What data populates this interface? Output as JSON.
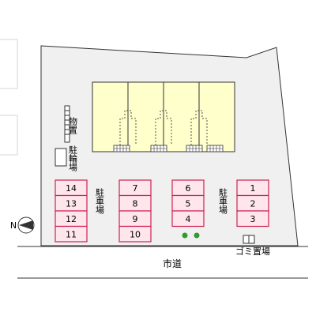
{
  "labels": {
    "storage": "物置",
    "bicycle_parking": "駐輪場",
    "parking_west": "駐車場",
    "parking_east": "駐車場",
    "garbage": "ゴミ置場",
    "road": "市道"
  },
  "parking_columns": [
    {
      "name": "column-a",
      "spaces": [
        "14",
        "13",
        "12",
        "11"
      ]
    },
    {
      "name": "column-b",
      "spaces": [
        "7",
        "8",
        "9",
        "10"
      ]
    },
    {
      "name": "column-c",
      "spaces": [
        "6",
        "5",
        "4"
      ]
    },
    {
      "name": "column-d",
      "spaces": [
        "1",
        "2",
        "3"
      ]
    }
  ],
  "building": {
    "units": 4
  },
  "trees": 2,
  "compass": {
    "letter": "N"
  },
  "colors": {
    "site": "#f0f0f0",
    "building": "#ffffcc",
    "parking_fill": "#ffe6ec",
    "parking_border": "#cc2255",
    "tree": "#339933",
    "line": "#333333"
  }
}
